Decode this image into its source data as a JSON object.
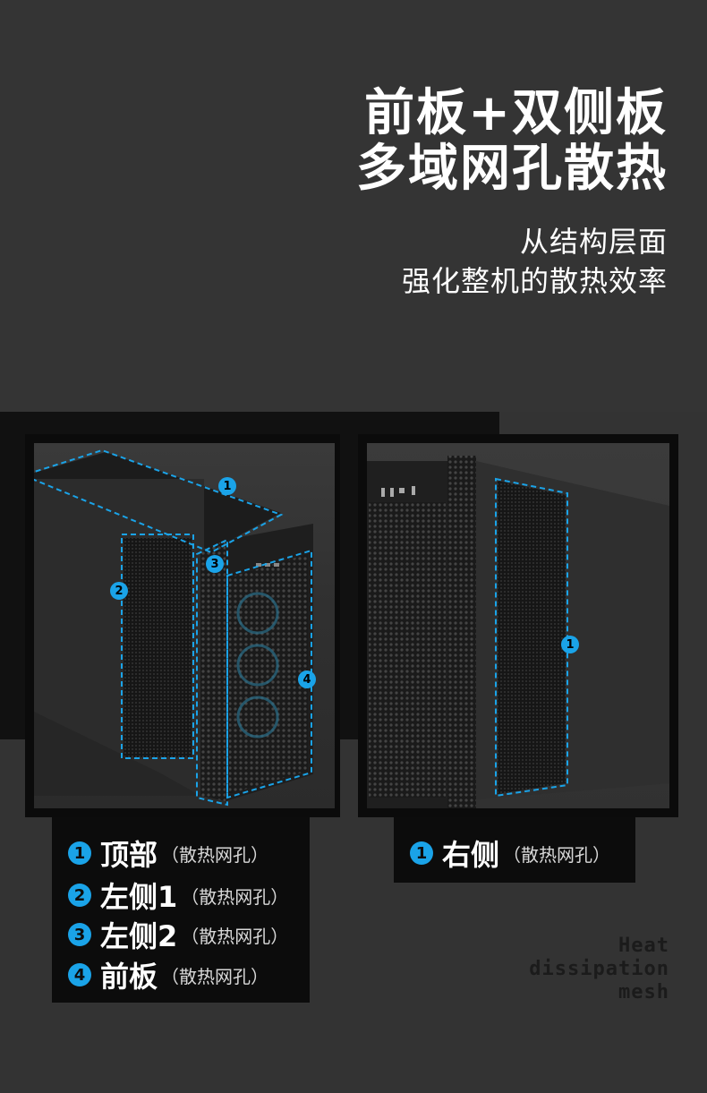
{
  "headline": {
    "line1": "前板+双侧板",
    "line2": "多域网孔散热"
  },
  "subline": {
    "line1": "从结构层面",
    "line2": "强化整机的散热效率"
  },
  "markers": {
    "one": "1",
    "two": "2",
    "three": "3",
    "four": "4"
  },
  "legend_left": [
    {
      "num": "1",
      "main": "顶部",
      "sub": "（散热网孔）"
    },
    {
      "num": "2",
      "main": "左侧1",
      "sub": "（散热网孔）"
    },
    {
      "num": "3",
      "main": "左侧2",
      "sub": "（散热网孔）"
    },
    {
      "num": "4",
      "main": "前板",
      "sub": "（散热网孔）"
    }
  ],
  "legend_right": {
    "num": "1",
    "main": "右侧",
    "sub": "（散热网孔）"
  },
  "heat_text": {
    "line1": "Heat",
    "line2": "dissipation",
    "line3": "mesh"
  },
  "colors": {
    "accent": "#1aa3e8",
    "background": "#333333",
    "band": "#111111"
  }
}
